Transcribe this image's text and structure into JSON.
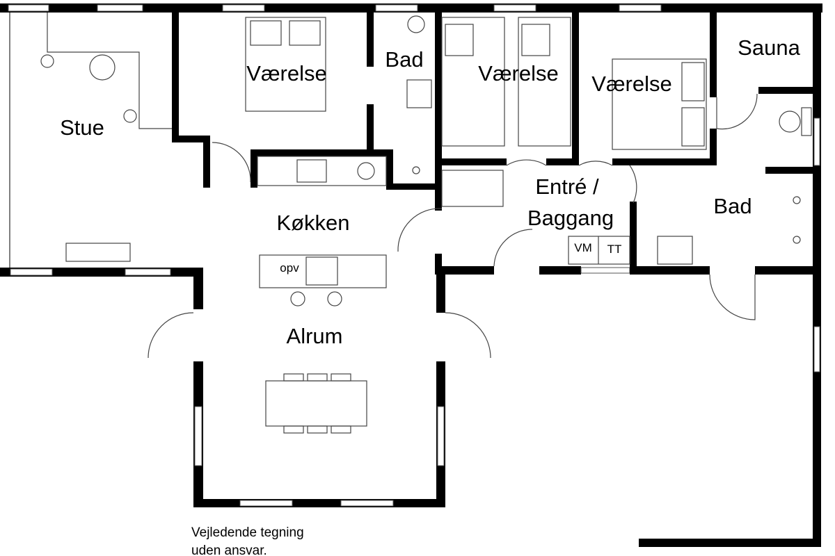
{
  "plan": {
    "rooms": {
      "stue": "Stue",
      "vaerelse1": "Værelse",
      "bad1": "Bad",
      "vaerelse2": "Værelse",
      "vaerelse3": "Værelse",
      "sauna": "Sauna",
      "entre_line1": "Entré /",
      "entre_line2": "Baggang",
      "bad2": "Bad",
      "koekken": "Køkken",
      "alrum": "Alrum"
    },
    "appliances": {
      "opv": "opv",
      "vm": "VM",
      "tt": "TT"
    },
    "note": {
      "line1": "Vejledende tegning",
      "line2": "uden ansvar."
    },
    "colors": {
      "wall": "#000000",
      "furniture": "#444444",
      "background": "#ffffff"
    }
  }
}
